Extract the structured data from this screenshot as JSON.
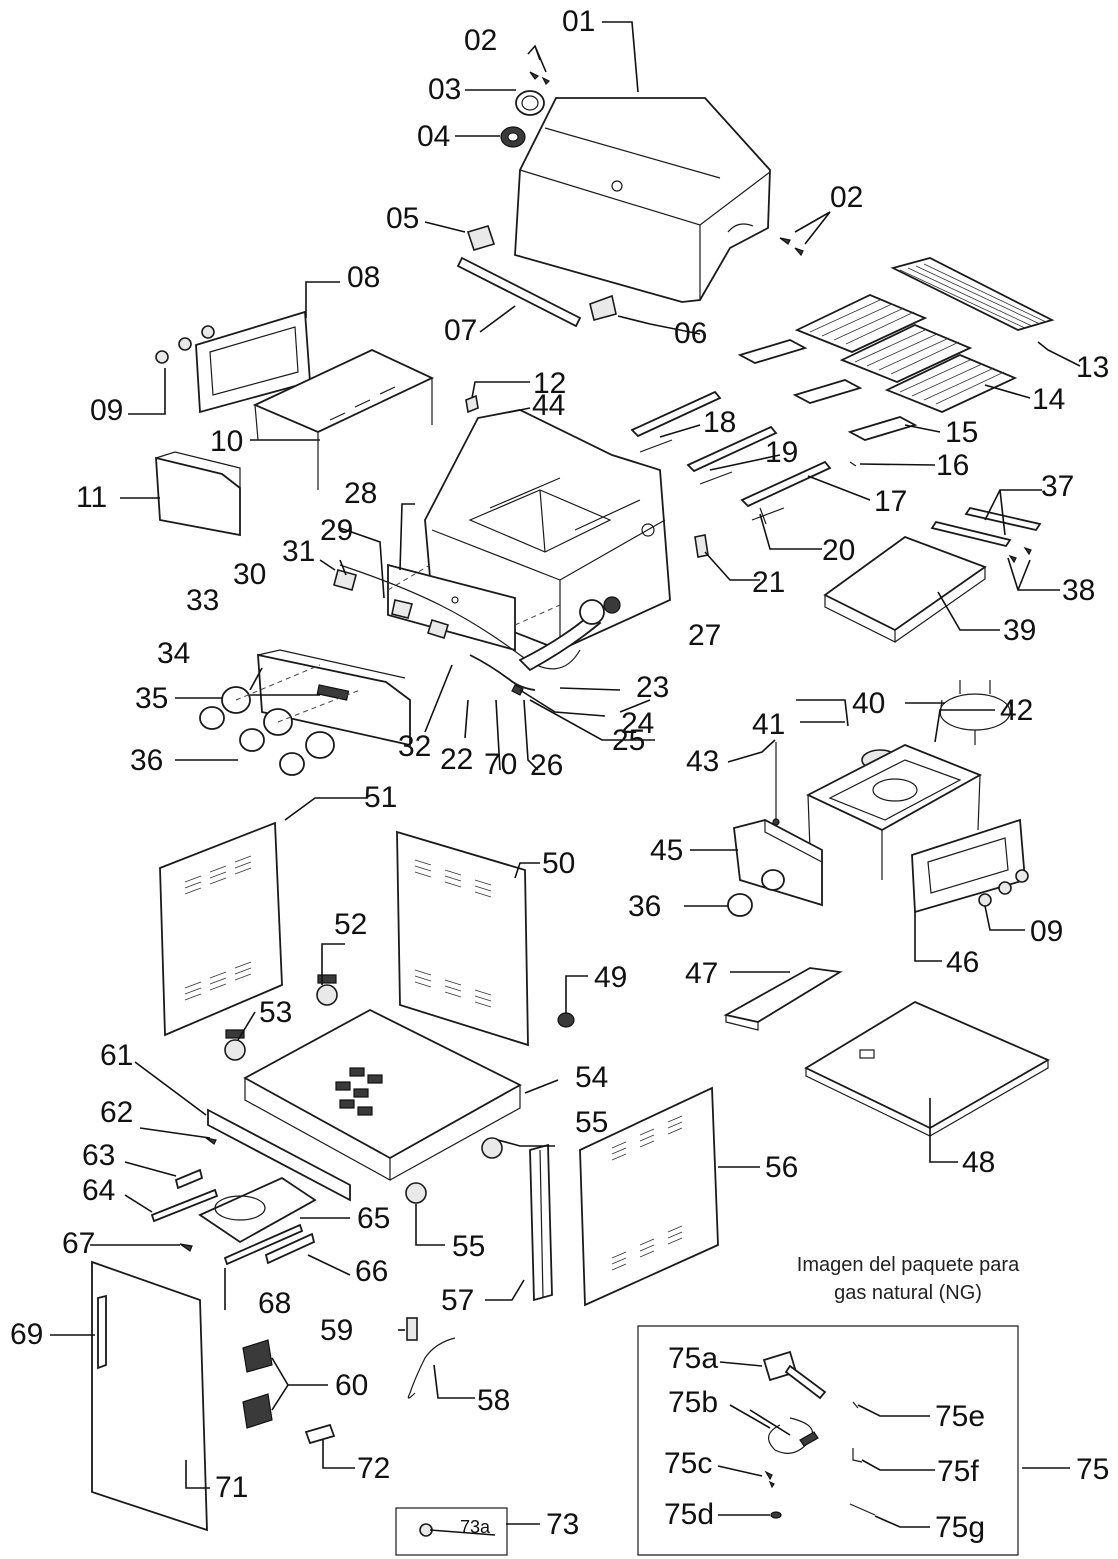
{
  "caption": {
    "line1": "Imagen del paquete para",
    "line2": "gas natural (NG)"
  },
  "labels": {
    "p01": "01",
    "p02a": "02",
    "p02b": "02",
    "p03": "03",
    "p04": "04",
    "p05": "05",
    "p06": "06",
    "p07": "07",
    "p08": "08",
    "p09a": "09",
    "p09b": "09",
    "p10": "10",
    "p11": "11",
    "p12": "12",
    "p13": "13",
    "p14": "14",
    "p15": "15",
    "p16": "16",
    "p17": "17",
    "p18": "18",
    "p19": "19",
    "p20": "20",
    "p21": "21",
    "p22": "22",
    "p23": "23",
    "p24": "24",
    "p25": "25",
    "p26": "26",
    "p27": "27",
    "p28": "28",
    "p29": "29",
    "p30": "30",
    "p31": "31",
    "p32": "32",
    "p33": "33",
    "p34": "34",
    "p35": "35",
    "p36a": "36",
    "p36b": "36",
    "p37": "37",
    "p38": "38",
    "p39": "39",
    "p40": "40",
    "p41": "41",
    "p42": "42",
    "p43": "43",
    "p44": "44",
    "p45": "45",
    "p46": "46",
    "p47": "47",
    "p48": "48",
    "p49": "49",
    "p50": "50",
    "p51": "51",
    "p52": "52",
    "p53": "53",
    "p54": "54",
    "p55a": "55",
    "p55b": "55",
    "p56": "56",
    "p57": "57",
    "p58": "58",
    "p59": "59",
    "p60": "60",
    "p61": "61",
    "p62": "62",
    "p63": "63",
    "p64": "64",
    "p65": "65",
    "p66": "66",
    "p67": "67",
    "p68": "68",
    "p69": "69",
    "p70": "70",
    "p71": "71",
    "p72": "72",
    "p73": "73",
    "p73a": "73a",
    "p75": "75",
    "p75a": "75a",
    "p75b": "75b",
    "p75c": "75c",
    "p75d": "75d",
    "p75e": "75e",
    "p75f": "75f",
    "p75g": "75g"
  }
}
